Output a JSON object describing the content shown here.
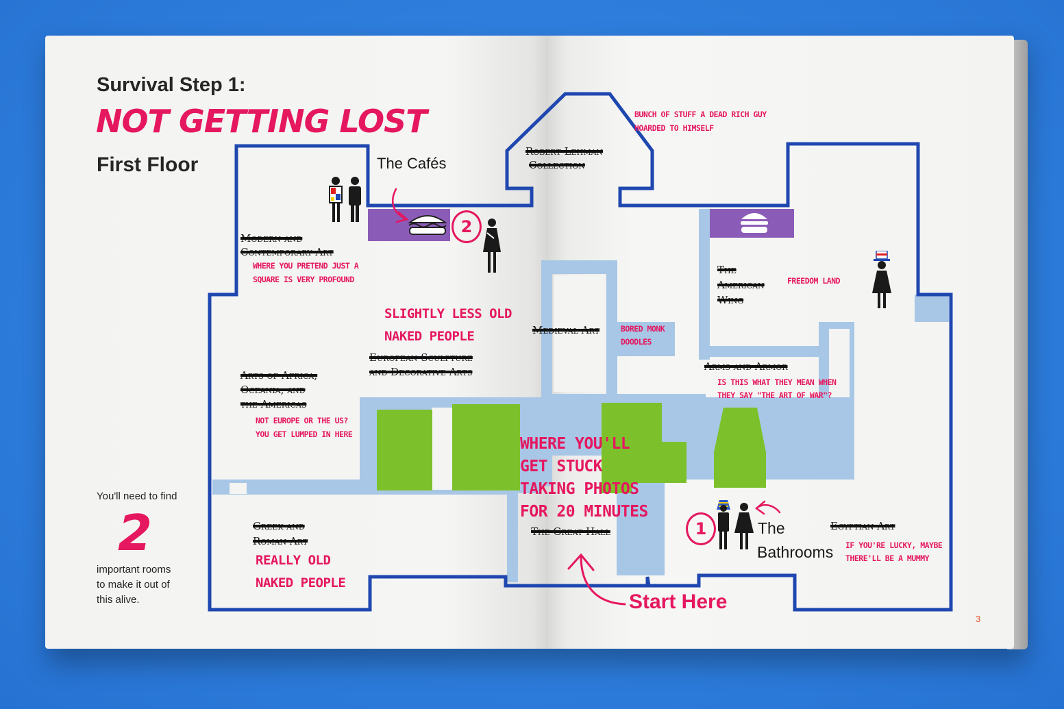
{
  "header": {
    "subtitle": "Survival Step 1:",
    "title": "NOT GETTING LOST",
    "floor": "First Floor"
  },
  "sidebar": {
    "intro": "You'll need to find",
    "count": "2",
    "outro_line1": "important rooms",
    "outro_line2": "to make it out of",
    "outro_line3": "this alive."
  },
  "labels": {
    "cafes": "The Cafés",
    "bathrooms_the": "The",
    "bathrooms": "Bathrooms",
    "start_here": "Start Here",
    "badge_1": "1",
    "badge_2": "2"
  },
  "rooms": {
    "modern_1": "Modern and",
    "modern_2": "Contemporary Art",
    "lehman_1": "Robert Lehman",
    "lehman_2": "Collection",
    "american_1": "The",
    "american_2": "American",
    "american_3": "Wing",
    "medieval": "Medieval Art",
    "european_1": "European Sculpture",
    "european_2": "and Decorative Arts",
    "africa_1": "Arts of Africa,",
    "africa_2": "Oceania, and",
    "africa_3": "the Americas",
    "arms": "Arms and Armor",
    "greek_1": "Greek and",
    "greek_2": "Roman Art",
    "great_hall": "The Great Hall",
    "egyptian": "Egyptian Art"
  },
  "notes": {
    "modern_1": "WHERE YOU PRETEND JUST A",
    "modern_2": "SQUARE IS VERY PROFOUND",
    "lehman_1": "BUNCH OF STUFF A DEAD RICH GUY",
    "lehman_2": "HOARDED TO HIMSELF",
    "american": "FREEDOM LAND",
    "medieval_1": "BORED MONK",
    "medieval_2": "DOODLES",
    "european_1": "SLIGHTLY LESS OLD",
    "european_2": "NAKED PEOPLE",
    "africa_1": "NOT EUROPE OR THE US?",
    "africa_2": "YOU GET LUMPED IN HERE",
    "arms_1": "IS THIS WHAT THEY MEAN WHEN",
    "arms_2": "THEY SAY \"THE ART OF WAR\"?",
    "greek_1": "REALLY OLD",
    "greek_2": "NAKED PEOPLE",
    "great_hall_1": "WHERE YOU'LL",
    "great_hall_2": "GET STUCK",
    "great_hall_3": "TAKING PHOTOS",
    "great_hall_4": "FOR 20 MINUTES",
    "egyptian_1": "IF YOU'RE LUCKY, MAYBE",
    "egyptian_2": "THERE'LL BE A MUMMY"
  },
  "footer": {
    "page_number": "3"
  },
  "colors": {
    "background": "#2f7fdf",
    "wall_outline": "#1f47b0",
    "corridor": "#a8c7e6",
    "courtyard": "#7cc12b",
    "cafe": "#8b5bb8",
    "accent_pink": "#e5175f",
    "page_number": "#e2552a"
  },
  "icons": [
    "restroom-icon",
    "sandwich-icon",
    "hamburger-icon",
    "statue-woman-icon",
    "uncle-sam-woman-icon",
    "pharaoh-restroom-icon"
  ]
}
